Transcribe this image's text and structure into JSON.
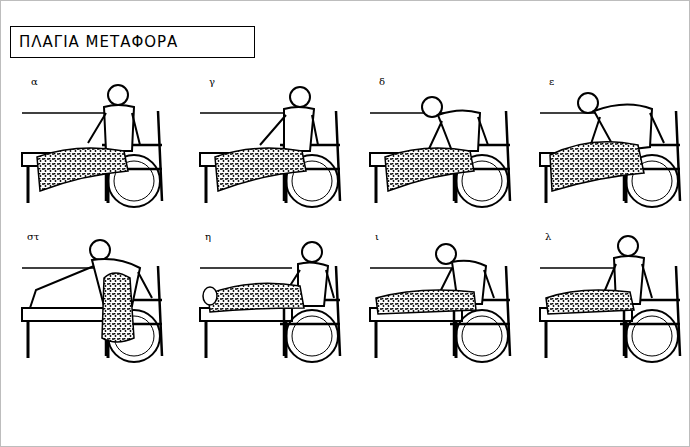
{
  "diagram": {
    "title": "ΠΛΑΓΙΑ ΜΕΤΑΦΟΡΑ",
    "labels": [
      "α",
      "γ",
      "δ",
      "ε",
      "στ",
      "η",
      "ι",
      "λ"
    ]
  }
}
